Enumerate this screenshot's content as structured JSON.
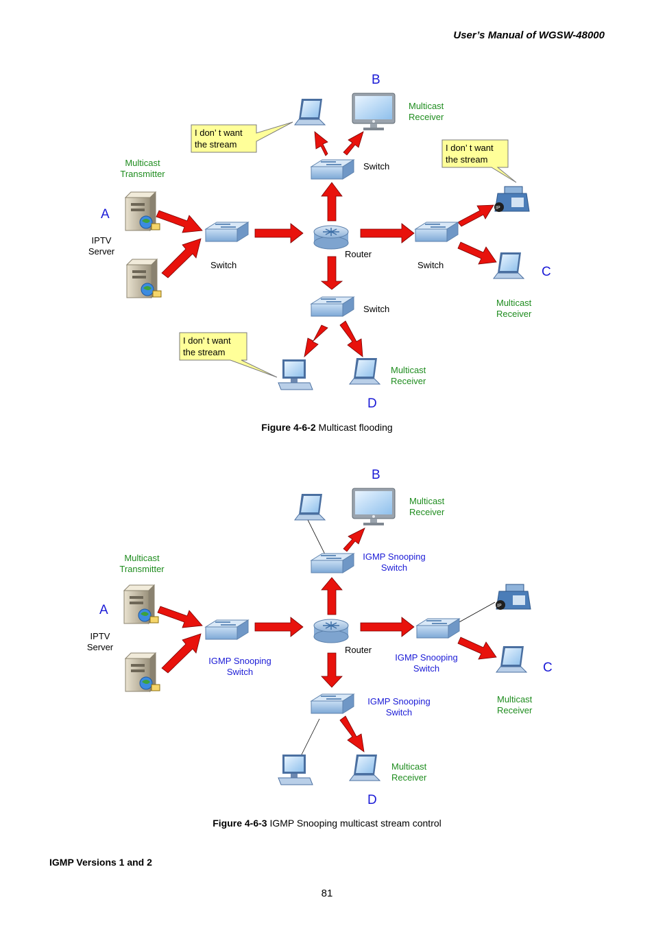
{
  "header": {
    "title": "User’s Manual of WGSW-48000"
  },
  "figure1": {
    "letters": {
      "a": "A",
      "b": "B",
      "c": "C",
      "d": "D"
    },
    "transmitter": [
      "Multicast",
      "Transmitter"
    ],
    "iptv": [
      "IPTV",
      "Server"
    ],
    "receiver": [
      "Multicast",
      "Receiver"
    ],
    "switch": "Switch",
    "router": "Router",
    "note": [
      "I don’ t want",
      "the stream"
    ],
    "caption_label": "Figure 4-6-2",
    "caption_text": " Multicast flooding"
  },
  "figure2": {
    "letters": {
      "a": "A",
      "b": "B",
      "c": "C",
      "d": "D"
    },
    "transmitter": [
      "Multicast",
      "Transmitter"
    ],
    "iptv": [
      "IPTV",
      "Server"
    ],
    "receiver": [
      "Multicast",
      "Receiver"
    ],
    "igmp_switch": [
      "IGMP Snooping",
      "Switch"
    ],
    "router": "Router",
    "caption_label": "Figure 4-6-3",
    "caption_text": " IGMP Snooping multicast stream control"
  },
  "section_heading": "IGMP Versions 1 and 2",
  "page_number": "81",
  "colors": {
    "arrow": "#e8120c",
    "device_blue": "#7fa9d8",
    "receiver_green": "#1e8c1e",
    "letter_blue": "#1a1ad6",
    "note_yellow": "#ffff99"
  }
}
